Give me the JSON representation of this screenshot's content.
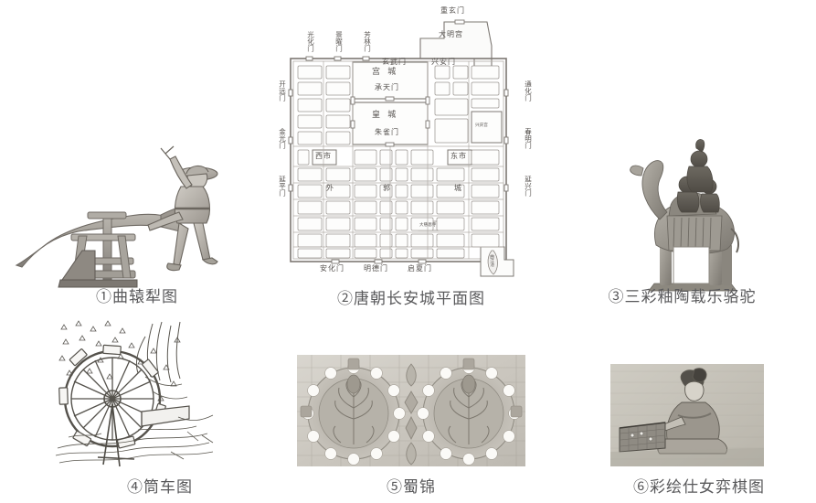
{
  "plate": {
    "figures": [
      {
        "number": "①",
        "caption": "①曲辕犁图",
        "subject": "curved-shaft-plough"
      },
      {
        "number": "②",
        "caption": "②唐朝长安城平面图",
        "subject": "tang-changan-city-plan"
      },
      {
        "number": "③",
        "caption": "③三彩釉陶载乐骆驼",
        "subject": "sancai-glazed-pottery-camel-with-musicians"
      },
      {
        "number": "④",
        "caption": "④筒车图",
        "subject": "chain-pallet-waterwheel"
      },
      {
        "number": "⑤",
        "caption": "⑤蜀锦",
        "subject": "shu-brocade"
      },
      {
        "number": "⑥",
        "caption": "⑥彩绘仕女弈棋图",
        "subject": "painted-lady-playing-chess"
      }
    ]
  },
  "map": {
    "title": "唐朝长安城平面图",
    "palaces": {
      "daminggong": "大明宫",
      "gongcheng": "宫  城",
      "huangcheng": "皇  城",
      "xingqinggong": "兴庆宫"
    },
    "inner_gates": {
      "zhongxuanmen": "重玄门",
      "xuanwumen": "玄武门",
      "xinganmen": "兴安门",
      "chengtianmen": "承天门",
      "zhuquemen": "朱雀门"
    },
    "north_gates": [
      "光化门",
      "景曜门",
      "芳林门"
    ],
    "west_gates": [
      "开远门",
      "金光门",
      "延平门"
    ],
    "east_gates": [
      "通化门",
      "春明门",
      "延兴门"
    ],
    "south_gates": [
      "安化门",
      "明德门",
      "启夏门"
    ],
    "markets": {
      "west": "西市",
      "east": "东市"
    },
    "outer_city": {
      "c1": "外",
      "c2": "郭",
      "c3": "城"
    },
    "landmarks": {
      "temple": "大慈恩寺",
      "pond": "曲江池"
    }
  }
}
